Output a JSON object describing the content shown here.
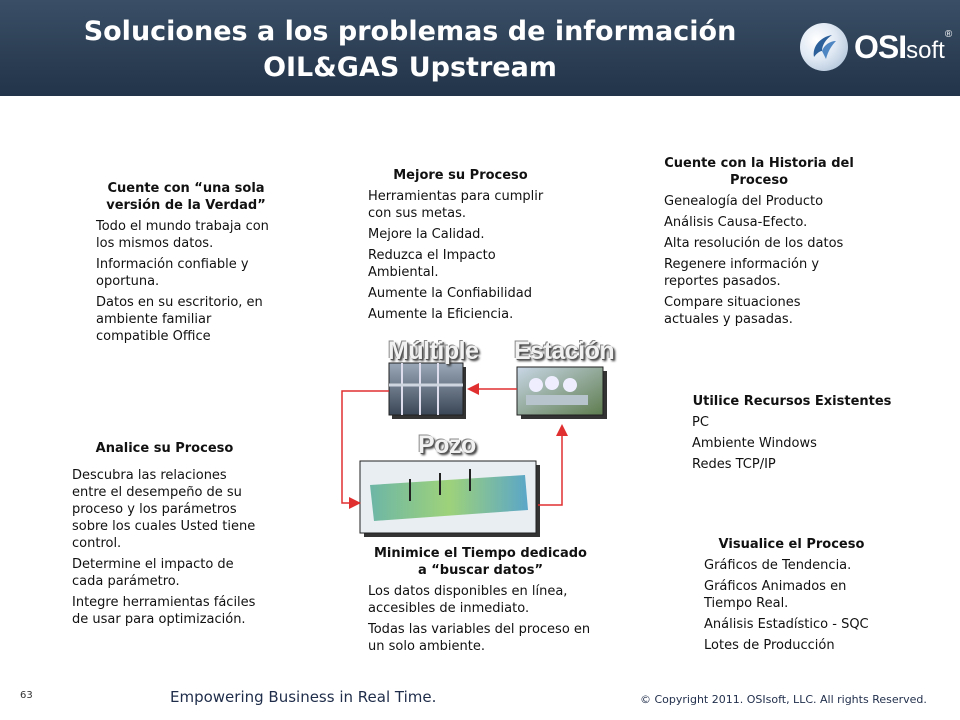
{
  "header": {
    "title_line1": "Soluciones a los problemas de información",
    "title_line2": "OIL&GAS Upstream",
    "logo": {
      "bold": "OSI",
      "rest": "soft",
      "reg": "®"
    }
  },
  "blocks": {
    "verdad": {
      "title": "Cuente con “una sola versión de la Verdad”",
      "items": [
        "Todo el mundo trabaja con los mismos datos.",
        "Información confiable y oportuna.",
        "Datos en su escritorio, en ambiente familiar compatible Office"
      ]
    },
    "mejore": {
      "title": "Mejore su Proceso",
      "items": [
        "Herramientas para cumplir con sus metas.",
        "Mejore la Calidad.",
        "Reduzca el Impacto Ambiental.",
        "Aumente la Confiabilidad",
        "Aumente la Eficiencia."
      ]
    },
    "historia": {
      "title": "Cuente con la Historia del Proceso",
      "items": [
        "Genealogía del Producto",
        "Análisis Causa-Efecto.",
        "Alta resolución de los datos",
        "Regenere información y reportes pasados.",
        "Compare situaciones actuales y pasadas."
      ]
    },
    "recursos": {
      "title": "Utilice Recursos Existentes",
      "items": [
        "PC",
        "Ambiente Windows",
        "Redes TCP/IP"
      ]
    },
    "analice": {
      "title": "Analice su Proceso",
      "items": [
        "Descubra las relaciones entre el desempeño de su proceso y los parámetros sobre los cuales Usted tiene control.",
        "Determine el impacto de cada parámetro.",
        "Integre herramientas fáciles de usar para optimización."
      ]
    },
    "minimice": {
      "title": "Minimice el Tiempo dedicado a “buscar datos”",
      "items": [
        "Los datos disponibles en línea, accesibles de inmediato.",
        "Todas las variables del proceso en un solo ambiente."
      ]
    },
    "visualice": {
      "title": "Visualice el Proceso",
      "items": [
        "Gráficos de Tendencia.",
        "Gráficos Animados en Tiempo Real.",
        "Análisis Estadístico - SQC",
        "Lotes de Producción"
      ]
    }
  },
  "diagram": {
    "label_multiple": "Múltiple",
    "label_estacion": "Estación",
    "label_pozo": "Pozo",
    "arrow_color": "#e03030"
  },
  "footer": {
    "page_number": "63",
    "tagline": "Empowering Business in Real Time.",
    "copyright": "© Copyright 2011. OSIsoft, LLC.  All rights Reserved."
  }
}
